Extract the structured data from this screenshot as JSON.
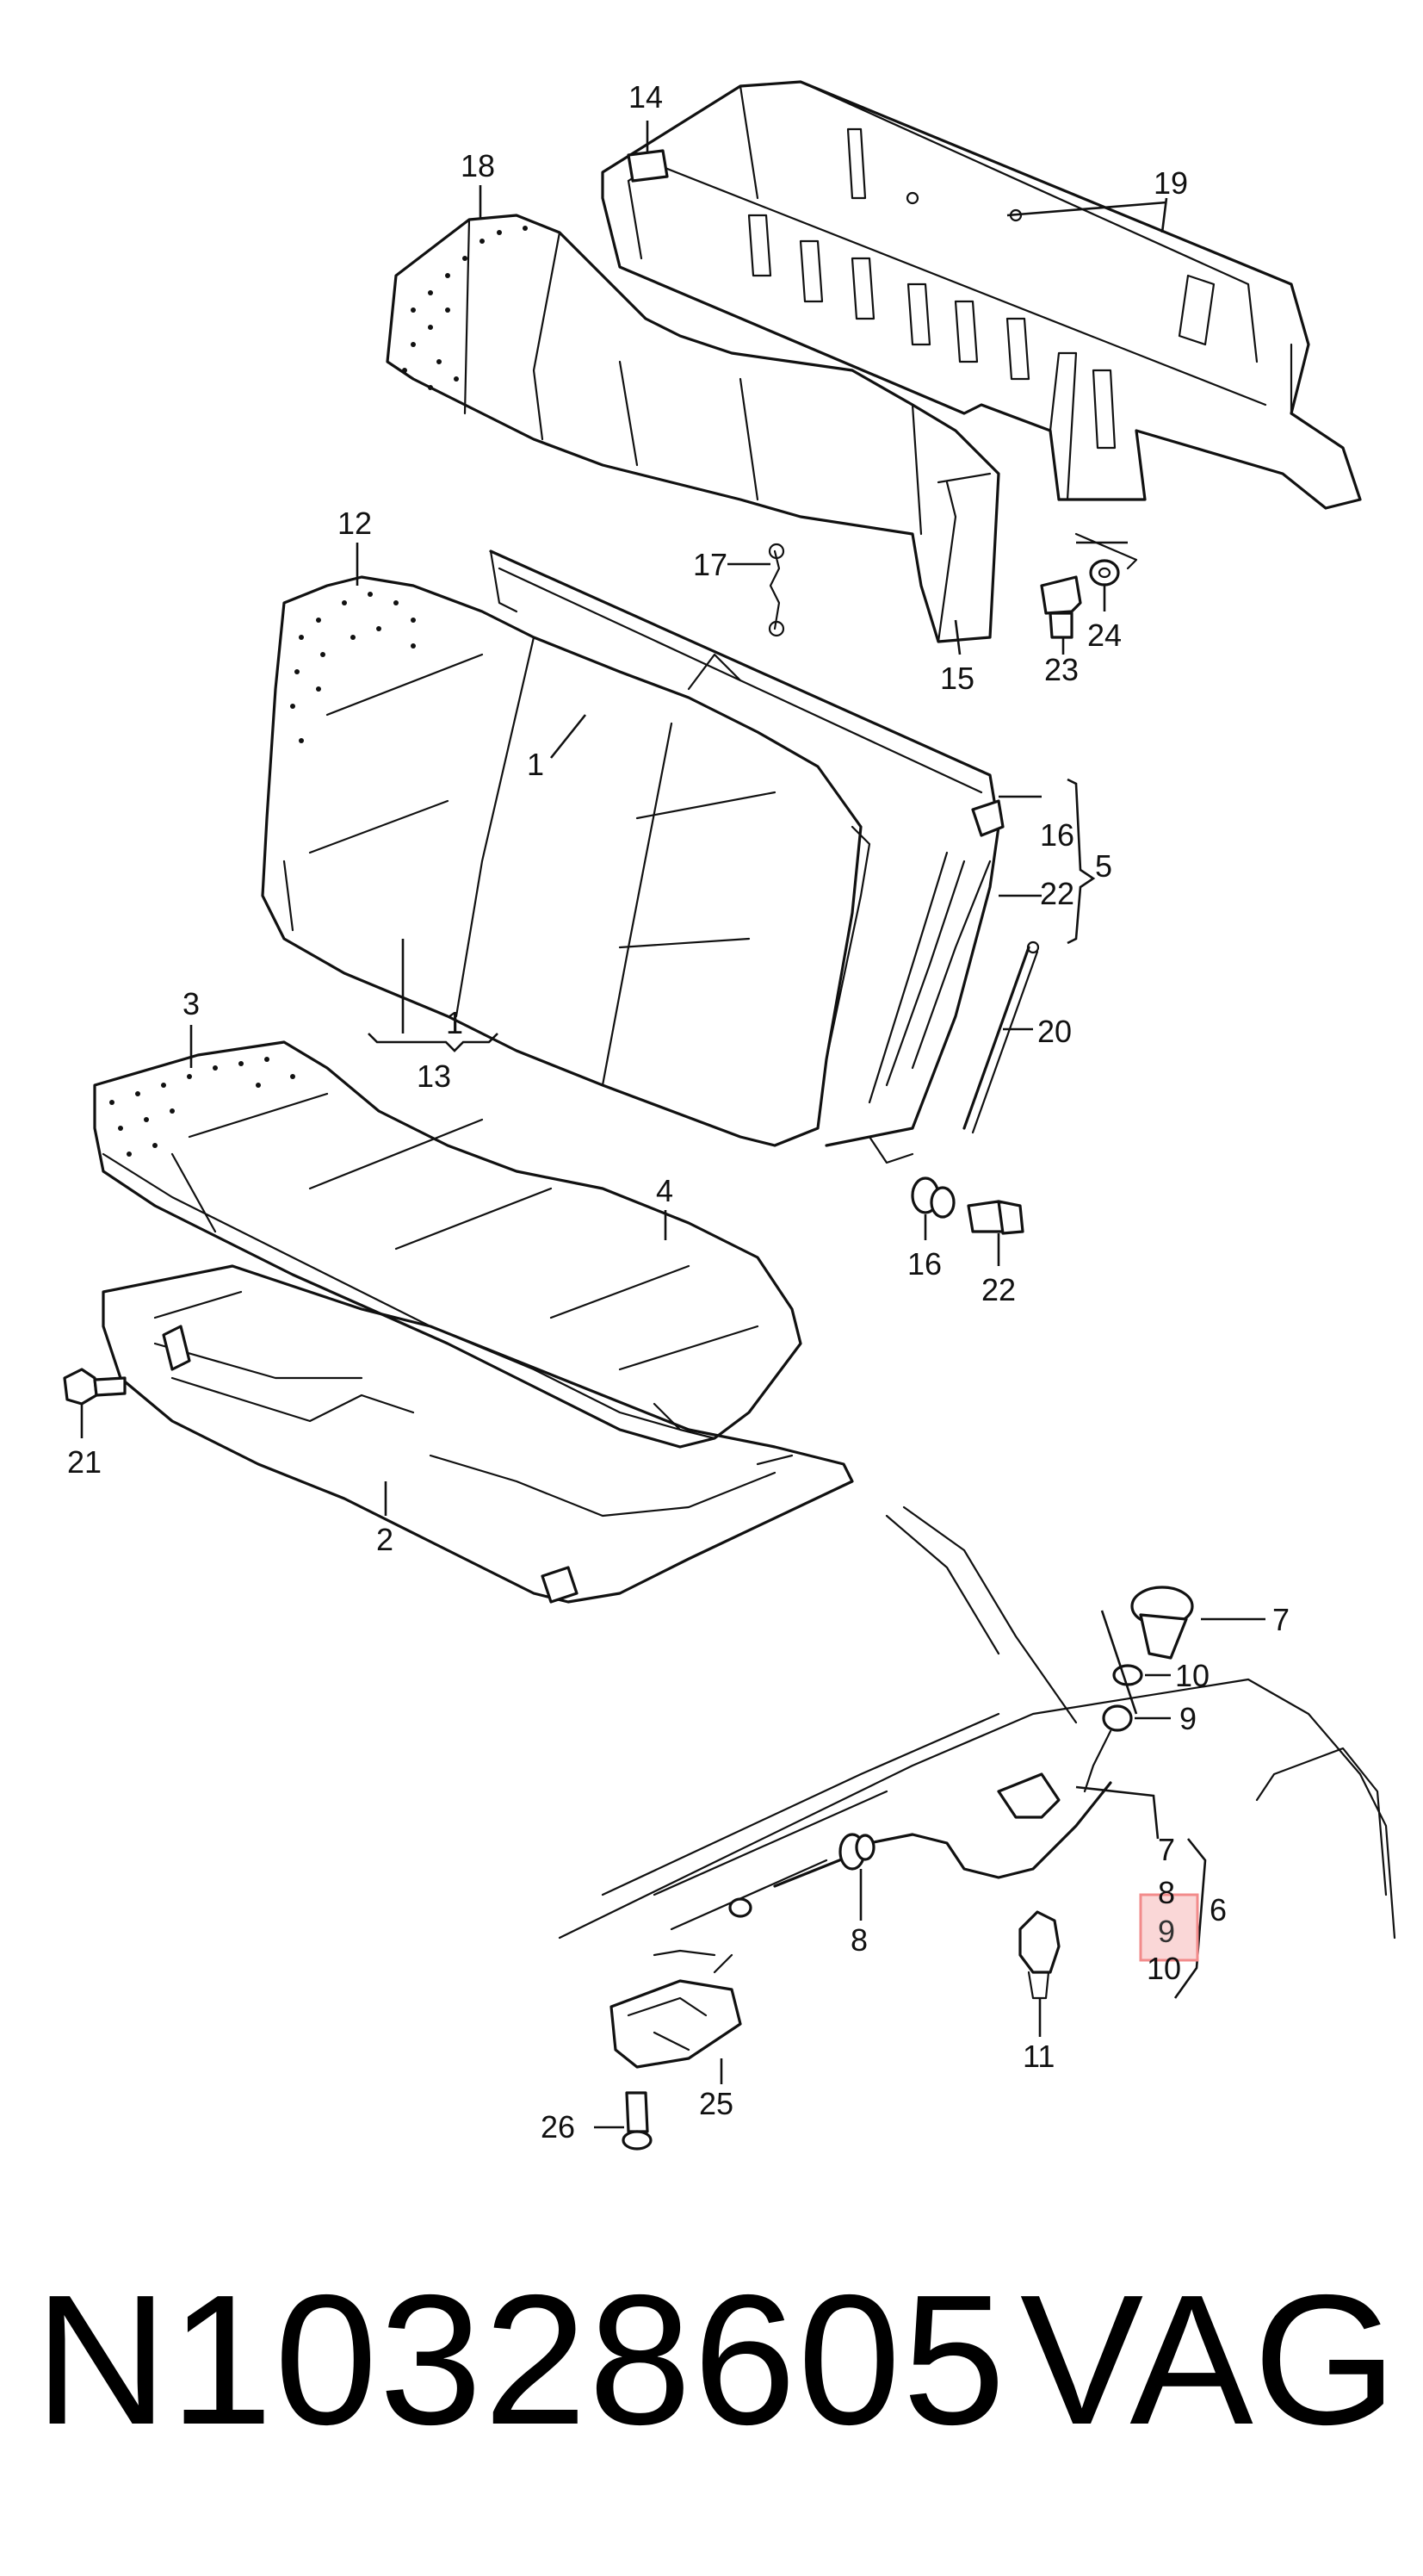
{
  "diagram": {
    "callouts": {
      "c14": "14",
      "c18": "18",
      "c19": "19",
      "c12": "12",
      "c17": "17",
      "c1a": "1",
      "c16a": "16",
      "c22a": "22",
      "c5": "5",
      "c20": "20",
      "c15": "15",
      "c23": "23",
      "c24": "24",
      "c3": "3",
      "c1b": "1",
      "c13": "13",
      "c4": "4",
      "c16b": "16",
      "c22b": "22",
      "c21": "21",
      "c2": "2",
      "c7a": "7",
      "c10a": "10",
      "c9a": "9",
      "c7b": "7",
      "c8a": "8",
      "c6": "6",
      "c9b": "9",
      "c10b": "10",
      "c8b": "8",
      "c11": "11",
      "c26": "26",
      "c25": "25"
    },
    "highlight_color": "#f28b8b"
  },
  "footer": {
    "part_number": "N10328605",
    "brand": "VAG"
  }
}
